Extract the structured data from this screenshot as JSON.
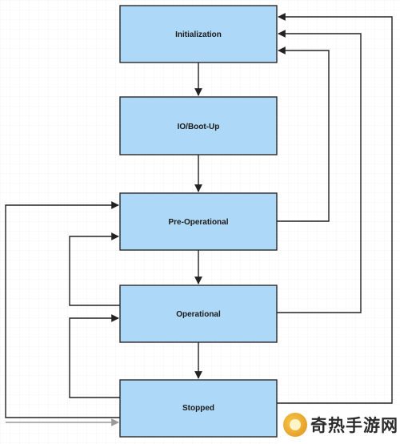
{
  "states": {
    "initialization": "Initialization",
    "boot_up": "IO/Boot-Up",
    "pre_operational": "Pre-Operational",
    "operational": "Operational",
    "stopped": "Stopped"
  },
  "watermark": {
    "text": "奇热手游网"
  }
}
